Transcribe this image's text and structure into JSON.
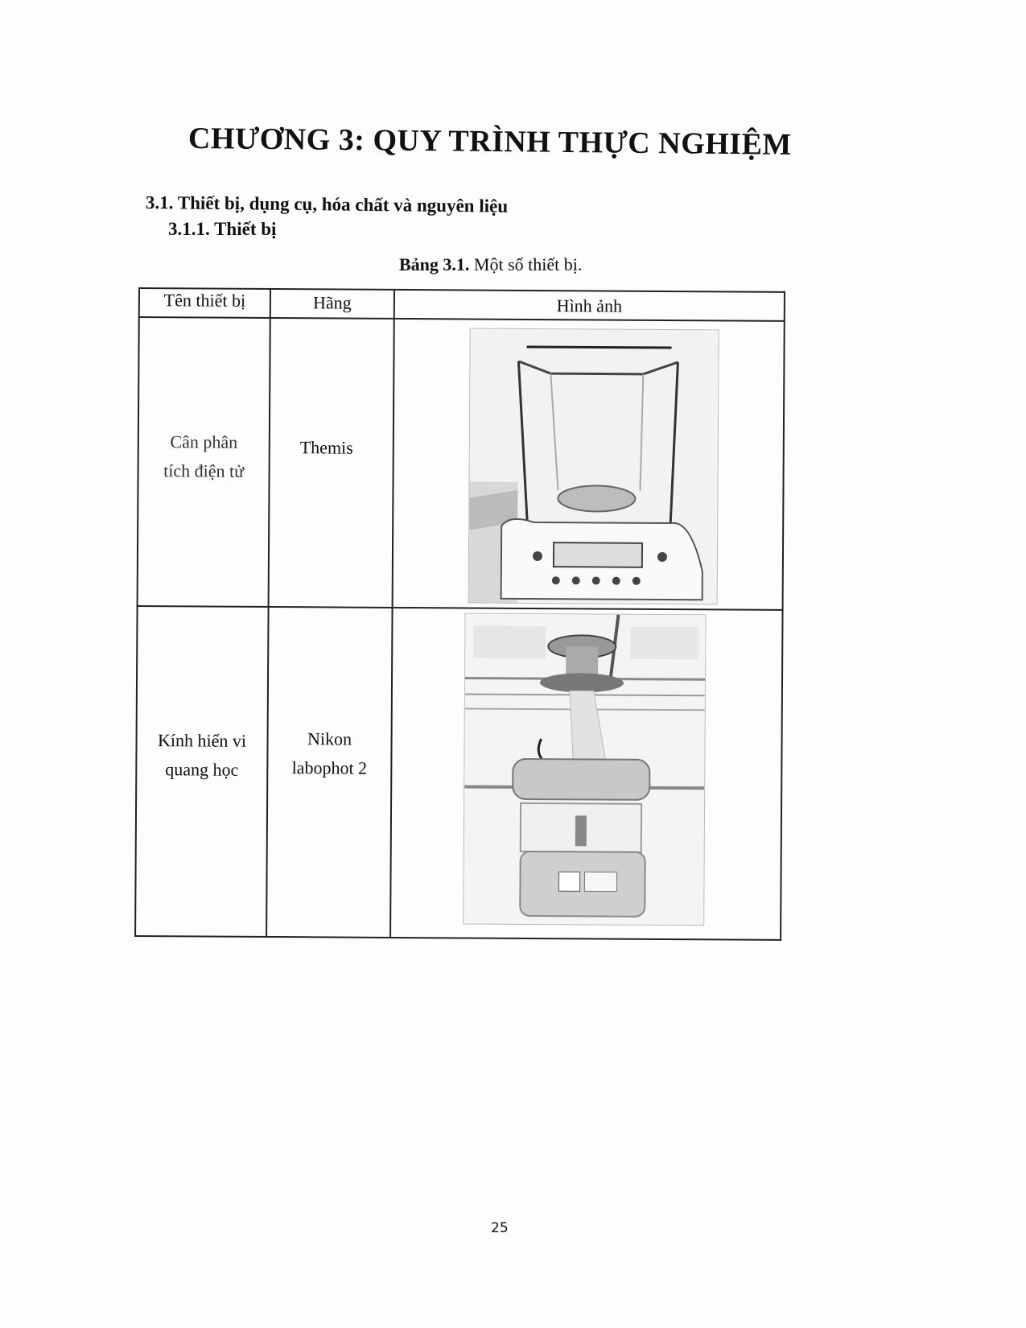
{
  "chapter": {
    "title": "CHƯƠNG 3: QUY TRÌNH THỰC NGHIỆM"
  },
  "sections": {
    "h2": "3.1. Thiết bị, dụng cụ, hóa chất và nguyên liệu",
    "h3": "3.1.1. Thiết bị"
  },
  "table": {
    "caption_label": "Bảng 3.1.",
    "caption_text": " Một số thiết bị.",
    "headers": [
      "Tên thiết bị",
      "Hãng",
      "Hình ảnh"
    ],
    "rows": [
      {
        "name_line1": "Cân phân",
        "name_line2": "tích điện tử",
        "brand_line1": "Themis",
        "brand_line2": "",
        "image": "analytical-balance-photo"
      },
      {
        "name_line1": "Kính hiển vi",
        "name_line2": "quang học",
        "brand_line1": "Nikon",
        "brand_line2": "labophot 2",
        "image": "optical-microscope-photo"
      }
    ]
  },
  "footer": {
    "page_number": "25"
  }
}
